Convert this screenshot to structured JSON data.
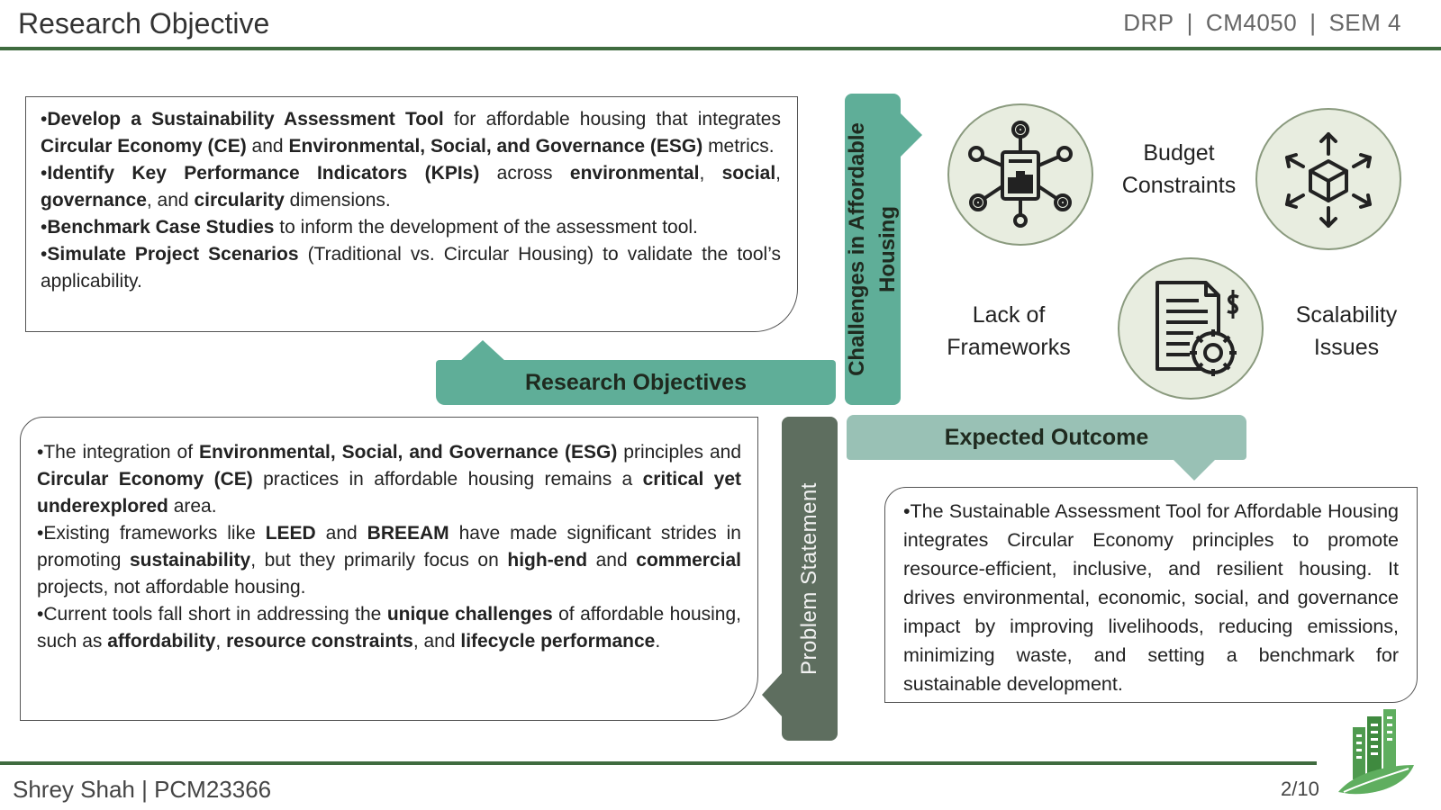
{
  "header": {
    "title": "Research Objective",
    "meta": [
      "DRP",
      "CM4050",
      "SEM 4"
    ]
  },
  "objectives": {
    "label": "Research Objectives",
    "items": [
      [
        {
          "t": "•",
          "b": false
        },
        {
          "t": "Develop a Sustainability Assessment Tool",
          "b": true
        },
        {
          "t": " for affordable housing that integrates ",
          "b": false
        },
        {
          "t": "Circular Economy (CE)",
          "b": true
        },
        {
          "t": " and ",
          "b": false
        },
        {
          "t": "Environmental, Social, and Governance (ESG)",
          "b": true
        },
        {
          "t": " metrics.",
          "b": false
        }
      ],
      [
        {
          "t": "•",
          "b": false
        },
        {
          "t": "Identify Key Performance Indicators (KPIs)",
          "b": true
        },
        {
          "t": " across ",
          "b": false
        },
        {
          "t": "environmental",
          "b": true
        },
        {
          "t": ", ",
          "b": false
        },
        {
          "t": "social",
          "b": true
        },
        {
          "t": ", ",
          "b": false
        },
        {
          "t": "governance",
          "b": true
        },
        {
          "t": ", and ",
          "b": false
        },
        {
          "t": "circularity",
          "b": true
        },
        {
          "t": " dimensions.",
          "b": false
        }
      ],
      [
        {
          "t": "•",
          "b": false
        },
        {
          "t": "Benchmark Case Studies",
          "b": true
        },
        {
          "t": " to inform the development of the assessment tool.",
          "b": false
        }
      ],
      [
        {
          "t": "•",
          "b": false
        },
        {
          "t": "Simulate Project Scenarios",
          "b": true
        },
        {
          "t": " (Traditional vs. Circular Housing) to validate the tool’s applicability.",
          "b": false
        }
      ]
    ]
  },
  "challenges": {
    "label_line1": "Challenges in Affordable",
    "label_line2": "Housing",
    "items": [
      "Budget Constraints",
      "Lack of Frameworks",
      "Scalability Issues"
    ],
    "icons": [
      "network-analytics-icon",
      "cube-expand-icon",
      "document-gear-dollar-icon"
    ]
  },
  "problem": {
    "label": "Problem Statement",
    "items": [
      [
        {
          "t": "•The integration of ",
          "b": false
        },
        {
          "t": "Environmental, Social, and Governance (ESG)",
          "b": true
        },
        {
          "t": " principles and ",
          "b": false
        },
        {
          "t": "Circular Economy (CE)",
          "b": true
        },
        {
          "t": " practices in affordable housing remains a ",
          "b": false
        },
        {
          "t": "critical yet underexplored",
          "b": true
        },
        {
          "t": " area.",
          "b": false
        }
      ],
      [
        {
          "t": "•Existing frameworks like ",
          "b": false
        },
        {
          "t": "LEED",
          "b": true
        },
        {
          "t": " and ",
          "b": false
        },
        {
          "t": "BREEAM",
          "b": true
        },
        {
          "t": " have made significant strides in promoting ",
          "b": false
        },
        {
          "t": "sustainability",
          "b": true
        },
        {
          "t": ", but they primarily focus on ",
          "b": false
        },
        {
          "t": "high-end",
          "b": true
        },
        {
          "t": " and ",
          "b": false
        },
        {
          "t": "commercial",
          "b": true
        },
        {
          "t": " projects, not affordable housing.",
          "b": false
        }
      ],
      [
        {
          "t": "•Current tools fall short in addressing the ",
          "b": false
        },
        {
          "t": "unique challenges",
          "b": true
        },
        {
          "t": " of affordable housing, such as ",
          "b": false
        },
        {
          "t": "affordability",
          "b": true
        },
        {
          "t": ", ",
          "b": false
        },
        {
          "t": "resource constraints",
          "b": true
        },
        {
          "t": ", and ",
          "b": false
        },
        {
          "t": "lifecycle performance",
          "b": true
        },
        {
          "t": ".",
          "b": false
        }
      ]
    ]
  },
  "outcome": {
    "label": "Expected Outcome",
    "text": "•The Sustainable Assessment Tool for Affordable Housing integrates Circular Economy principles to promote resource-efficient, inclusive, and resilient housing. It drives environmental, economic, social, and governance impact by improving livelihoods, reducing emissions, minimizing waste, and setting a benchmark for sustainable development."
  },
  "footer": {
    "author": "Shrey Shah | PCM23366",
    "page": "2/10"
  },
  "logo_icon": "green-building-leaf-logo-icon",
  "colors": {
    "accent_green": "#5fae98",
    "light_green": "#99c1b5",
    "dark_green": "#5e6e5f",
    "rule": "#3f6b3f"
  }
}
